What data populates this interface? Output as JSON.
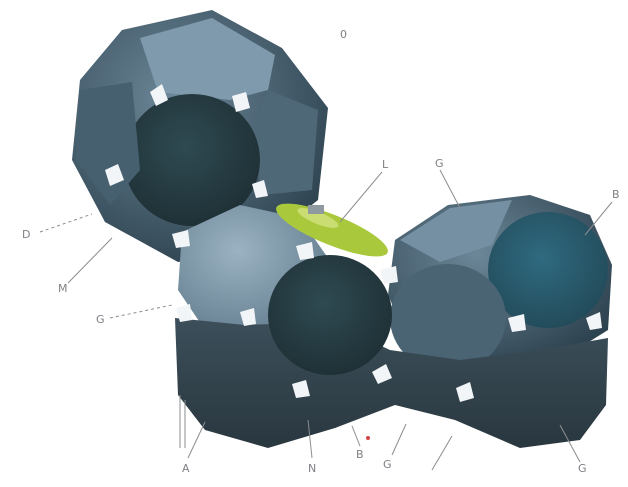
{
  "diagram": {
    "cluster_colors": {
      "body": "#3f5360",
      "face_light": "#7d97aa",
      "face_mid": "#5c7484",
      "face_dark": "#27393f",
      "teal": "#2b5466",
      "gap": "#f2f5f7",
      "insert": "#a9c83c"
    },
    "labels": {
      "top": "0",
      "insert": "L",
      "upper_right_1": "G",
      "upper_right_2": "B",
      "left_upper": "D",
      "left_mid": "M",
      "left_lower": "G",
      "bottom_1": "A",
      "bottom_2": "N",
      "bottom_3": "B",
      "bottom_4": "G",
      "bottom_5": "G"
    }
  }
}
